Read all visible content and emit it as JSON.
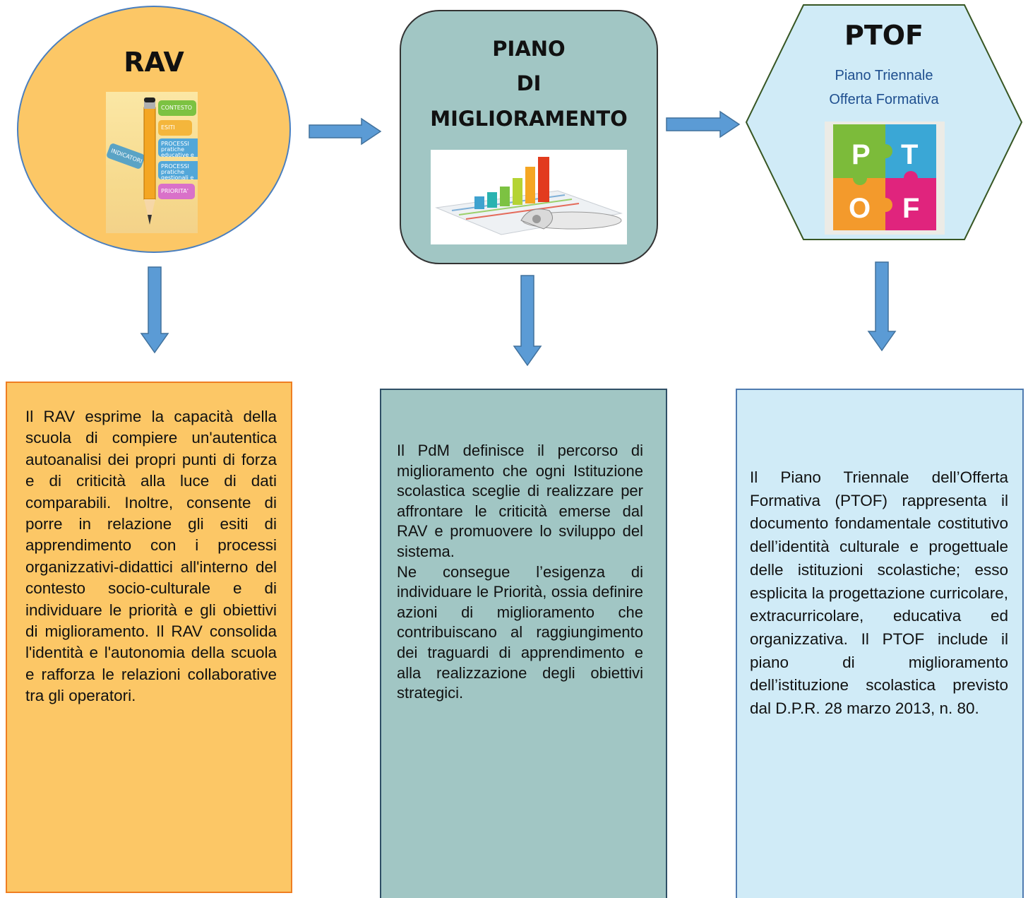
{
  "rav": {
    "title": "RAV",
    "image_labels": [
      "CONTESTO",
      "ESITI",
      "PROCESSI pratiche educative e didattiche",
      "PROCESSI pratiche gestionali e educative",
      "PRIORITA'",
      "INDICATORI"
    ],
    "description": "Il RAV esprime la capacità della scuola di compiere un'autentica autoanalisi dei propri punti di forza e di criticità alla luce di dati comparabili. Inoltre, consente di porre in relazione gli esiti di apprendimento con i processi organizzativi-didattici all'interno del contesto socio-culturale e di individuare le priorità e gli obiettivi di miglioramento. Il RAV consolida l'identità e l'autonomia della scuola e rafforza le relazioni collaborative tra gli operatori."
  },
  "pdm": {
    "title_lines": [
      "PIANO",
      "DI",
      "MIGLIORAMENTO"
    ],
    "description_1": "Il PdM definisce il percorso di miglioramento che ogni Istituzione scolastica sceglie di realizzare per affrontare le criticità emerse dal RAV e promuovere lo sviluppo del sistema.",
    "description_2": "Ne consegue l’esigenza di individuare le Priorità, ossia definire azioni di miglioramento che contribuiscano al raggiungimento dei traguardi di apprendimento e alla realizzazione degli obiettivi strategici."
  },
  "ptof": {
    "title": "PTOF",
    "subtitle_lines": [
      "Piano Triennale",
      "Offerta Formativa"
    ],
    "logo_letters": [
      "P",
      "T",
      "O",
      "F"
    ],
    "description": "Il Piano Triennale dell’Offerta Formativa (PTOF) rappresenta il documento fondamentale costitutivo dell’identità culturale e progettuale delle istituzioni scolastiche; esso esplicita la progettazione curricolare, extracurricolare, educativa ed organizzativa. Il PTOF include il piano di miglioramento dell’istituzione scolastica previsto dal D.P.R. 28 marzo 2013, n. 80."
  },
  "colors": {
    "rav_fill": "#fcc766",
    "rav_border": "#4a7fbf",
    "pdm_fill": "#a1c6c4",
    "ptof_fill": "#d0ebf7",
    "ptof_border": "#375623",
    "arrow_fill": "#5b9bd5",
    "arrow_stroke": "#41719c",
    "box_rav_border": "#ef7e22"
  }
}
